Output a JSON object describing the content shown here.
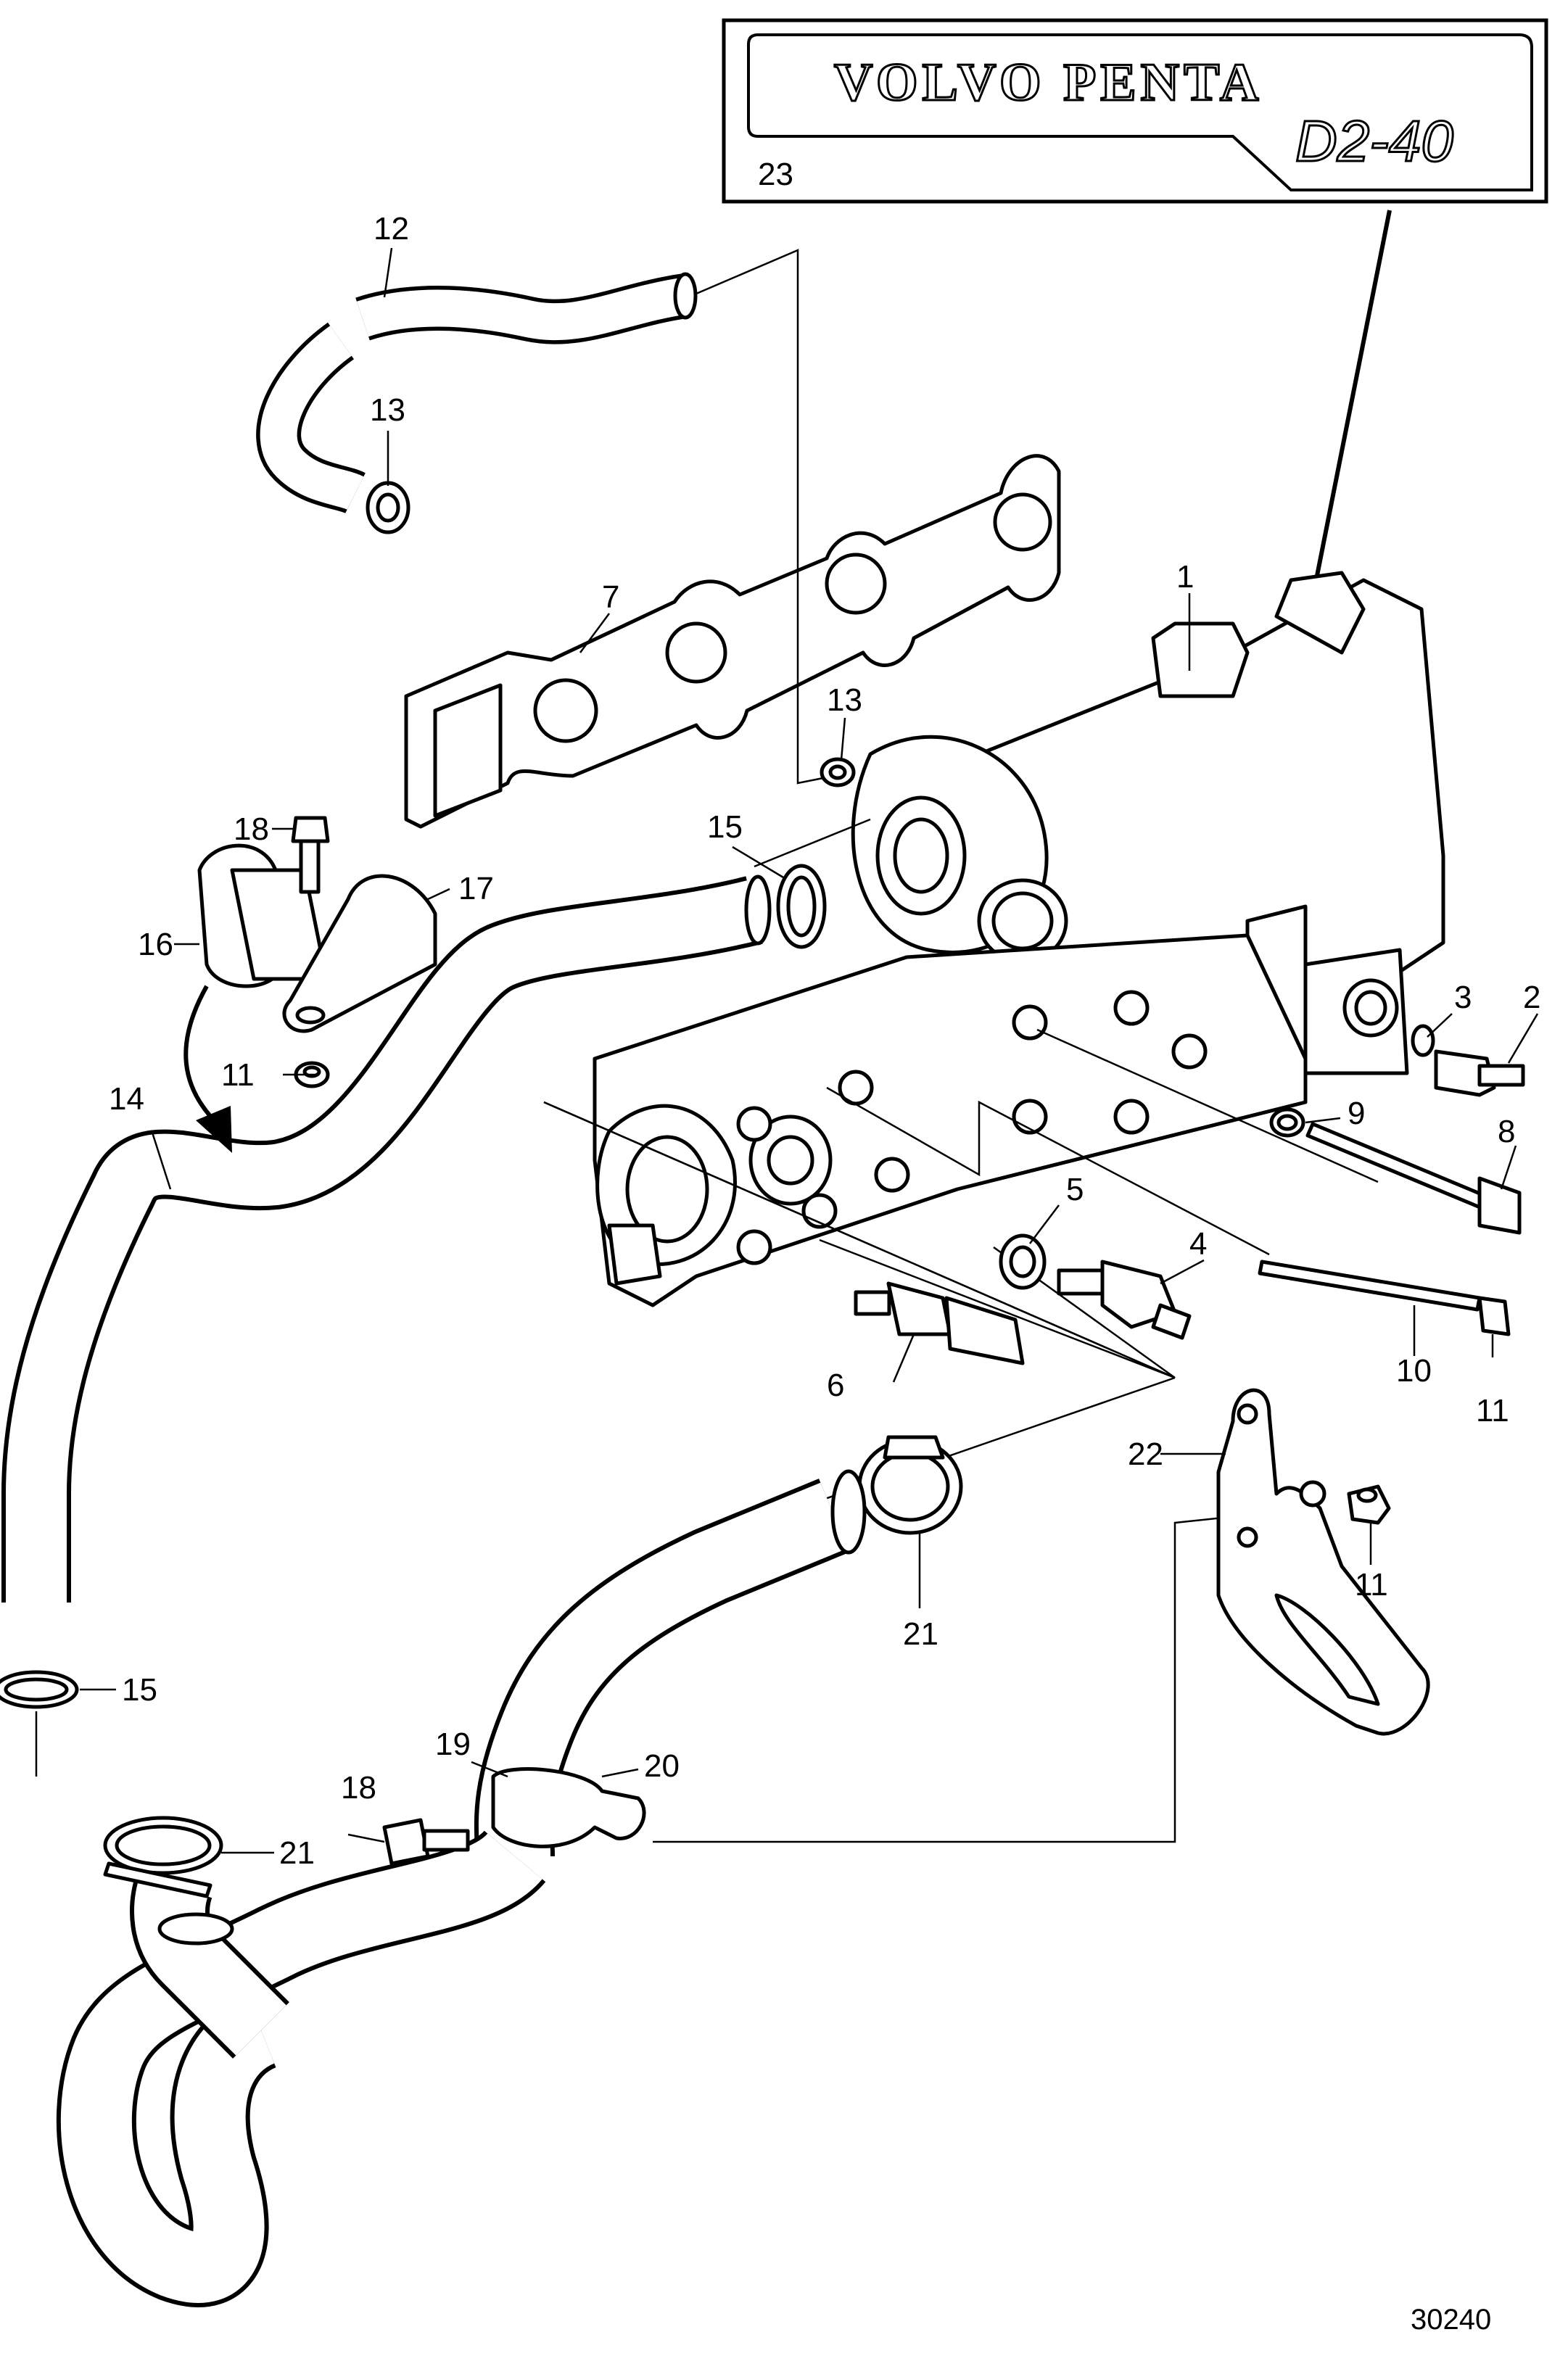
{
  "plate": {
    "brand": "VOLVO PENTA",
    "model": "D2-40",
    "item_number": "23"
  },
  "callouts": {
    "c1": "1",
    "c2": "2",
    "c3": "3",
    "c4": "4",
    "c5": "5",
    "c6": "6",
    "c7": "7",
    "c8": "8",
    "c9": "9",
    "c10": "10",
    "c11a": "11",
    "c11b": "11",
    "c11c": "11",
    "c12": "12",
    "c13a": "13",
    "c13b": "13",
    "c14": "14",
    "c15a": "15",
    "c15b": "15",
    "c16": "16",
    "c17": "17",
    "c18a": "18",
    "c18b": "18",
    "c19": "19",
    "c20": "20",
    "c21a": "21",
    "c21b": "21",
    "c22": "22"
  },
  "figure_number": "30240"
}
